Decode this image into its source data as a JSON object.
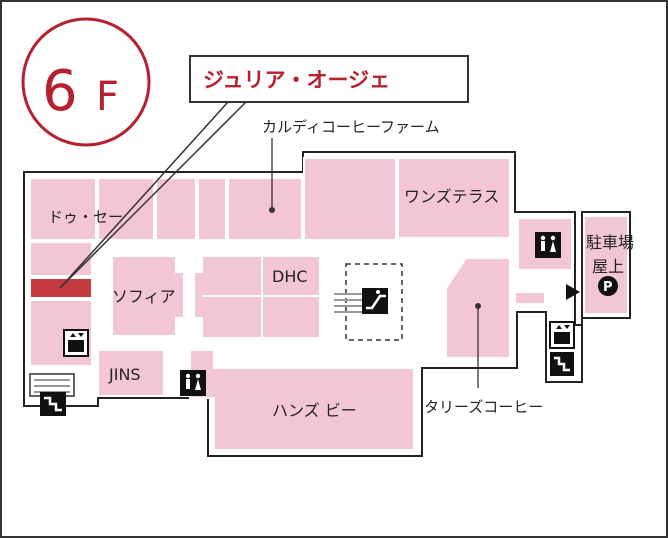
{
  "floor": {
    "number": "6",
    "letter": "F"
  },
  "highlight": {
    "name": "ジュリア・オージェ",
    "color": "#b5212f"
  },
  "shops": {
    "kaldi": "カルディコーヒーファーム",
    "doucet": "ドゥ・セー",
    "wonz": "ワンズテラス",
    "sofia": "ソフィア",
    "dhc": "DHC",
    "jins": "JINS",
    "hands": "ハンズ ビー",
    "tullys": "タリーズコーヒー"
  },
  "parking": {
    "line1": "駐車場",
    "line2": "屋上",
    "symbol": "P"
  },
  "icons": [
    "restroom-icon",
    "elevator-icon",
    "escalator-icon",
    "stairs-icon",
    "parking-icon",
    "arrow-right-icon"
  ],
  "colors": {
    "shop_fill": "#f2c6d3",
    "accent": "#b5212f",
    "outline": "#222222"
  }
}
